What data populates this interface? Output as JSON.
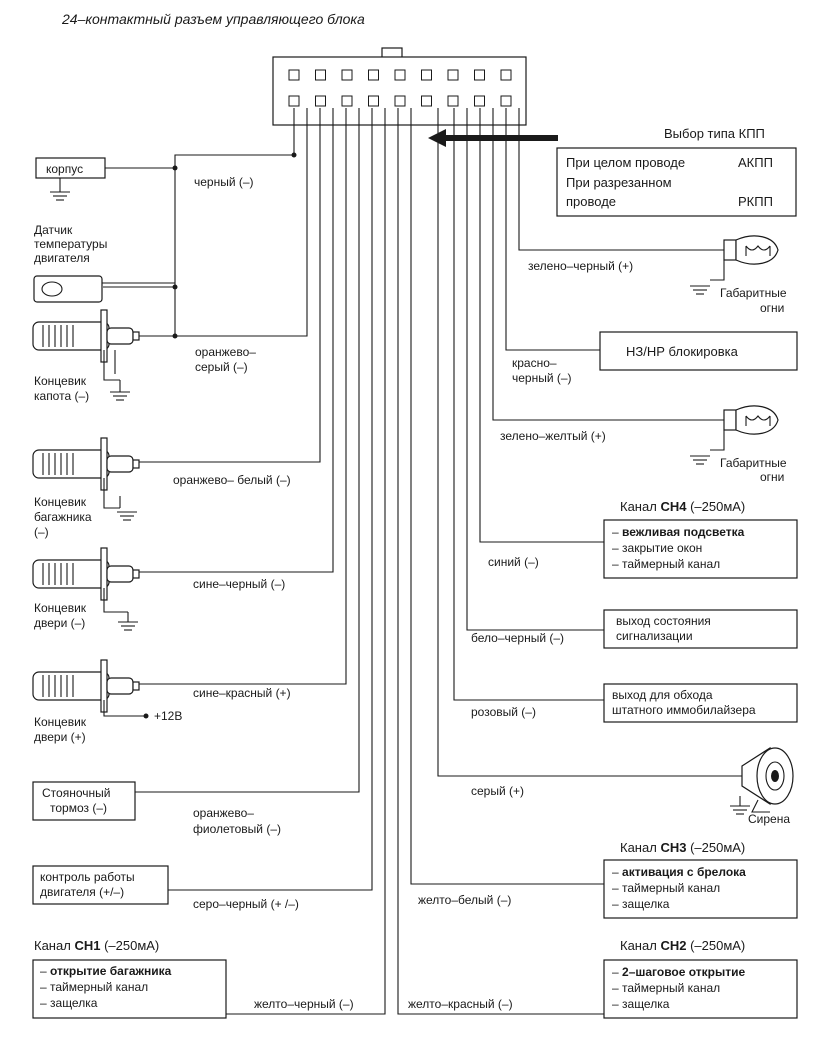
{
  "title": "24–контактный разъем управляющего блока",
  "kpp": {
    "heading": "Выбор типа КПП",
    "row1_left": "При целом проводе",
    "row1_right": "АКПП",
    "row2_line1": "При разрезанном",
    "row2_line2": "проводе",
    "row2_right": "РКПП"
  },
  "left": {
    "korpus": "корпус",
    "wire_black": "черный (–)",
    "temp_sensor": [
      "Датчик",
      "температуры",
      "двигателя"
    ],
    "hood_switch": [
      "Концевик",
      "капота (–)"
    ],
    "wire_orange_gray": [
      "оранжево–",
      "серый (–)"
    ],
    "trunk_switch": [
      "Концевик",
      "багажника",
      "(–)"
    ],
    "wire_orange_white": "оранжево– белый (–)",
    "door_minus": [
      "Концевик",
      "двери (–)"
    ],
    "wire_blue_black": "сине–черный (–)",
    "door_plus": [
      "Концевик",
      "двери (+)"
    ],
    "plus12": "+12В",
    "wire_blue_red": "сине–красный (+)",
    "parking_brake": [
      "Стояночный",
      "тормоз (–)"
    ],
    "wire_orange_violet": [
      "оранжево–",
      "фиолетовый (–)"
    ],
    "engine_control": [
      "контроль работы",
      "двигателя (+/–)"
    ],
    "wire_gray_black": "серо–черный (+ /–)"
  },
  "ch1": {
    "prefix": "Канал",
    "name": "CH1",
    "current": "(–250мА)",
    "items": [
      "открытие багажника",
      "таймерный канал",
      "защелка"
    ],
    "wire": "желто–черный (–)"
  },
  "right": {
    "wire_green_black": "зелено–черный (+)",
    "parking_lights_1": [
      "Габаритные",
      "огни"
    ],
    "wire_red_black": [
      "красно–",
      "черный (–)"
    ],
    "nz_block": "НЗ/НР блокировка",
    "wire_green_yellow": "зелено–желтый (+)",
    "parking_lights_2": [
      "Габаритные",
      "огни"
    ],
    "wire_blue": "синий (–)",
    "wire_white_black": "бело–черный (–)",
    "alarm_state": [
      "выход состояния",
      "сигнализации"
    ],
    "wire_pink": "розовый (–)",
    "immo_bypass": [
      "выход для обхода",
      "штатного иммобилайзера"
    ],
    "wire_gray": "серый (+)",
    "siren": "Сирена",
    "wire_yellow_white": "желто–белый (–)",
    "wire_yellow_red": "желто–красный (–)"
  },
  "ch4": {
    "prefix": "Канал",
    "name": "CH4",
    "current": "(–250мА)",
    "items": [
      "вежливая подсветка",
      "закрытие окон",
      "таймерный канал"
    ]
  },
  "ch3": {
    "prefix": "Канал",
    "name": "CH3",
    "current": "(–250мА)",
    "items": [
      "активация с брелока",
      "таймерный канал",
      "защелка"
    ]
  },
  "ch2": {
    "prefix": "Канал",
    "name": "CH2",
    "current": "(–250мА)",
    "items": [
      "2–шаговое открытие",
      "таймерный канал",
      "защелка"
    ]
  },
  "colors": {
    "ink": "#1a1a1a",
    "paper": "#ffffff"
  }
}
